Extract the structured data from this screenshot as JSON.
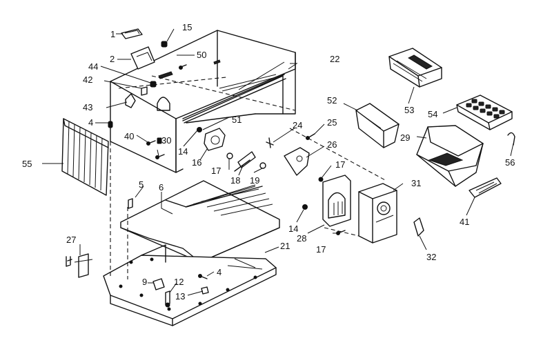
{
  "parts": [
    {
      "id": "p1",
      "number": "1"
    },
    {
      "id": "p2",
      "number": "2"
    },
    {
      "id": "p4a",
      "number": "4"
    },
    {
      "id": "p4b",
      "number": "4"
    },
    {
      "id": "p5",
      "number": "5"
    },
    {
      "id": "p6",
      "number": "6"
    },
    {
      "id": "p9",
      "number": "9"
    },
    {
      "id": "p12",
      "number": "12"
    },
    {
      "id": "p13",
      "number": "13"
    },
    {
      "id": "p14a",
      "number": "14"
    },
    {
      "id": "p14b",
      "number": "14"
    },
    {
      "id": "p15",
      "number": "15"
    },
    {
      "id": "p16",
      "number": "16"
    },
    {
      "id": "p17a",
      "number": "17"
    },
    {
      "id": "p17b",
      "number": "17"
    },
    {
      "id": "p17c",
      "number": "17"
    },
    {
      "id": "p18",
      "number": "18"
    },
    {
      "id": "p19",
      "number": "19"
    },
    {
      "id": "p21",
      "number": "21"
    },
    {
      "id": "p22",
      "number": "22"
    },
    {
      "id": "p24",
      "number": "24"
    },
    {
      "id": "p25",
      "number": "25"
    },
    {
      "id": "p26",
      "number": "26"
    },
    {
      "id": "p27",
      "number": "27"
    },
    {
      "id": "p28",
      "number": "28"
    },
    {
      "id": "p29",
      "number": "29"
    },
    {
      "id": "p30",
      "number": "30"
    },
    {
      "id": "p31",
      "number": "31"
    },
    {
      "id": "p32",
      "number": "32"
    },
    {
      "id": "p40",
      "number": "40"
    },
    {
      "id": "p41",
      "number": "41"
    },
    {
      "id": "p42",
      "number": "42"
    },
    {
      "id": "p43",
      "number": "43"
    },
    {
      "id": "p44",
      "number": "44"
    },
    {
      "id": "p50",
      "number": "50"
    },
    {
      "id": "p51",
      "number": "51"
    },
    {
      "id": "p52",
      "number": "52"
    },
    {
      "id": "p53",
      "number": "53"
    },
    {
      "id": "p54",
      "number": "54"
    },
    {
      "id": "p55",
      "number": "55"
    },
    {
      "id": "p56",
      "number": "56"
    }
  ]
}
